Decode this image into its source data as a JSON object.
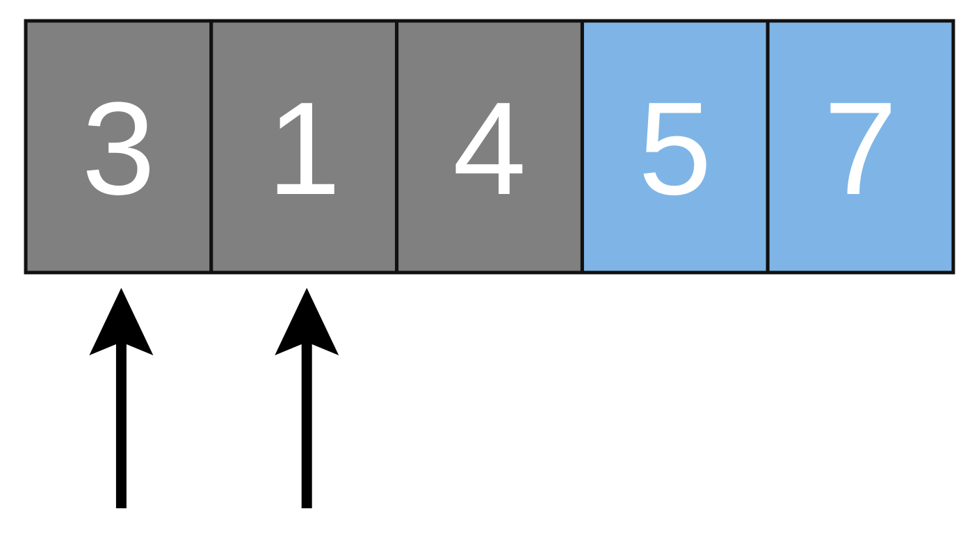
{
  "array": {
    "cells": [
      {
        "value": "3",
        "state": "unsorted"
      },
      {
        "value": "1",
        "state": "unsorted"
      },
      {
        "value": "4",
        "state": "unsorted"
      },
      {
        "value": "5",
        "state": "sorted"
      },
      {
        "value": "7",
        "state": "sorted"
      }
    ]
  },
  "pointers": [
    {
      "cell_index": 0,
      "label": ""
    },
    {
      "cell_index": 1,
      "label": ""
    }
  ],
  "colors": {
    "unsorted": "#808080",
    "sorted": "#7eb5e6",
    "border": "#111111",
    "text": "#ffffff",
    "arrow": "#000000"
  }
}
